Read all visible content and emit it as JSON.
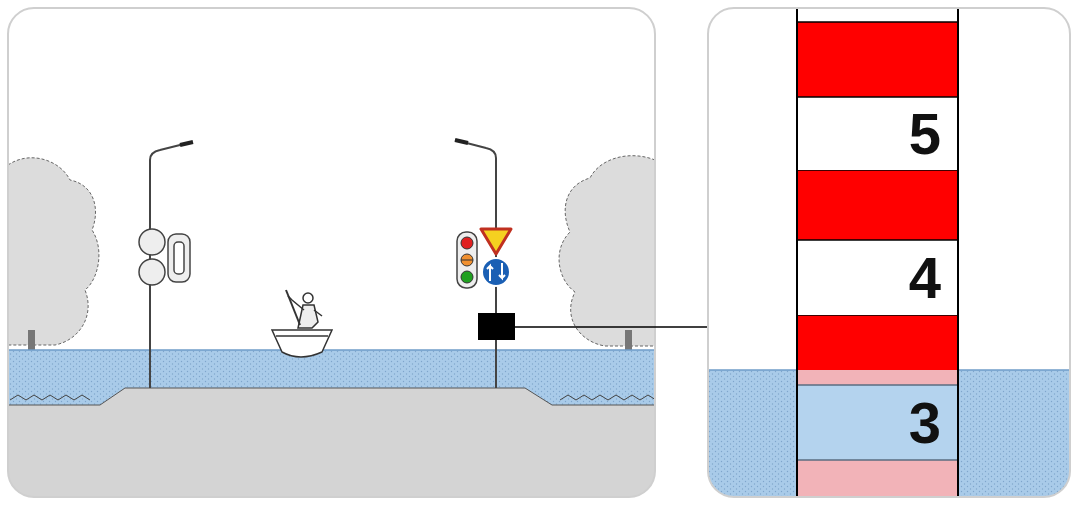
{
  "diagram": {
    "nodes": [
      {
        "text": [
          "5"
        ]
      },
      {
        "text": [
          "4"
        ]
      },
      {
        "text": [
          "3"
        ]
      }
    ]
  }
}
